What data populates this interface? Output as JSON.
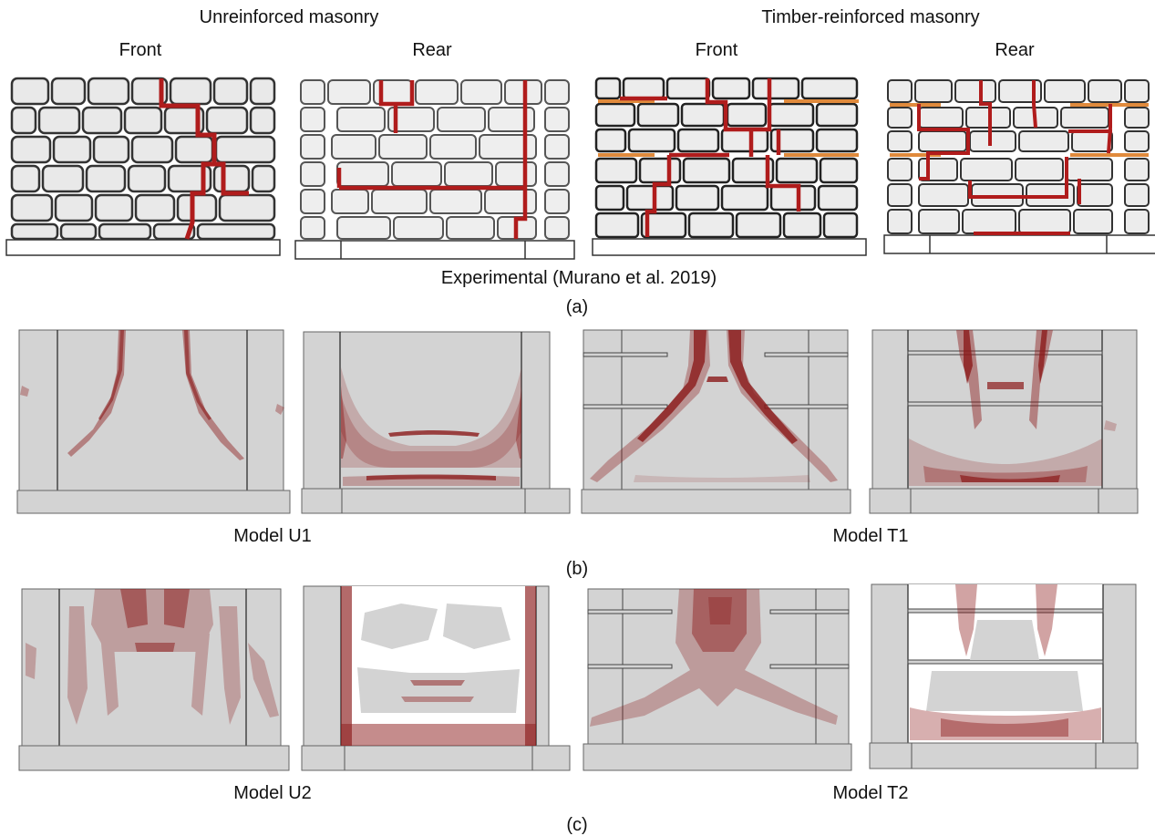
{
  "header": {
    "group_left": "Unreinforced masonry",
    "group_right": "Timber-reinforced masonry",
    "view_front_1": "Front",
    "view_rear_1": "Rear",
    "view_front_2": "Front",
    "view_rear_2": "Rear"
  },
  "row_a": {
    "caption": "Experimental (Murano et al. 2019)",
    "tag": "(a)"
  },
  "row_b": {
    "model_left": "Model U1",
    "model_right": "Model T1",
    "tag": "(b)"
  },
  "row_c": {
    "model_left": "Model U2",
    "model_right": "Model T2",
    "tag": "(c)"
  },
  "colors": {
    "crack_red": "#b01c1c",
    "damage_red": "#8b1a1a",
    "model_gray": "#d3d3d3",
    "timber": "#e08a3c"
  }
}
